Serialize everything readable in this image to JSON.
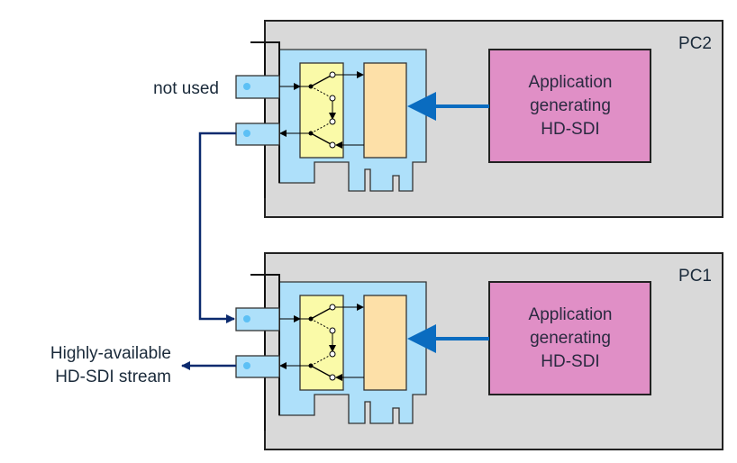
{
  "labels": {
    "not_used": "not used",
    "output_line1": "Highly-available",
    "output_line2": "HD-SDI stream"
  },
  "pcs": [
    {
      "name": "PC2",
      "app_lines": [
        "Application",
        "generating",
        "HD-SDI"
      ]
    },
    {
      "name": "PC1",
      "app_lines": [
        "Application",
        "generating",
        "HD-SDI"
      ]
    }
  ],
  "colors": {
    "pc_bg": "#d9d9d9",
    "card": "#aee0fa",
    "switch": "#fafaa8",
    "fpga": "#fde0a8",
    "app": "#e08fc6",
    "blue_arrow": "#0a6cc0",
    "cable": "#0b2a6e"
  }
}
